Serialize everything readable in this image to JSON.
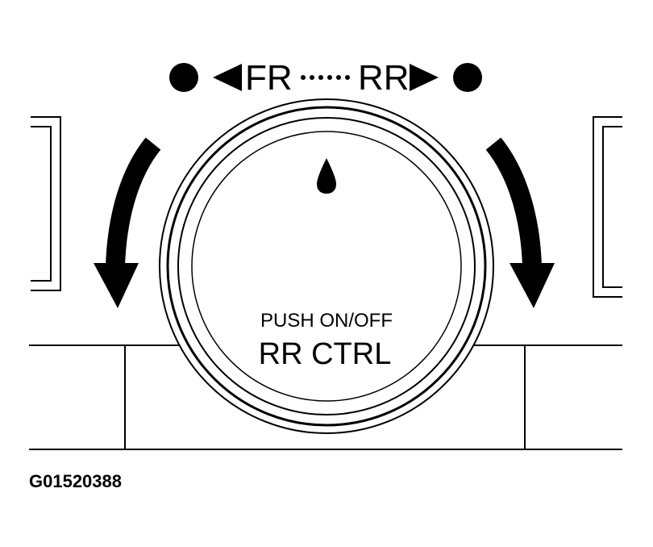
{
  "labels": {
    "front": "FR",
    "rear": "RR",
    "push": "PUSH ON/OFF",
    "control": "RR CTRL",
    "figure_code": "G01520388"
  },
  "icons": {
    "left_arrow": "rotate-counterclockwise-arrow-icon",
    "right_arrow": "rotate-clockwise-arrow-icon",
    "left_triangle": "triangle-left-icon",
    "right_triangle": "triangle-right-icon",
    "left_dot": "filled-dot-icon",
    "right_dot": "filled-dot-icon",
    "indicator": "knob-indicator-mark-icon"
  },
  "colors": {
    "ink": "#000000",
    "paper": "#ffffff"
  }
}
